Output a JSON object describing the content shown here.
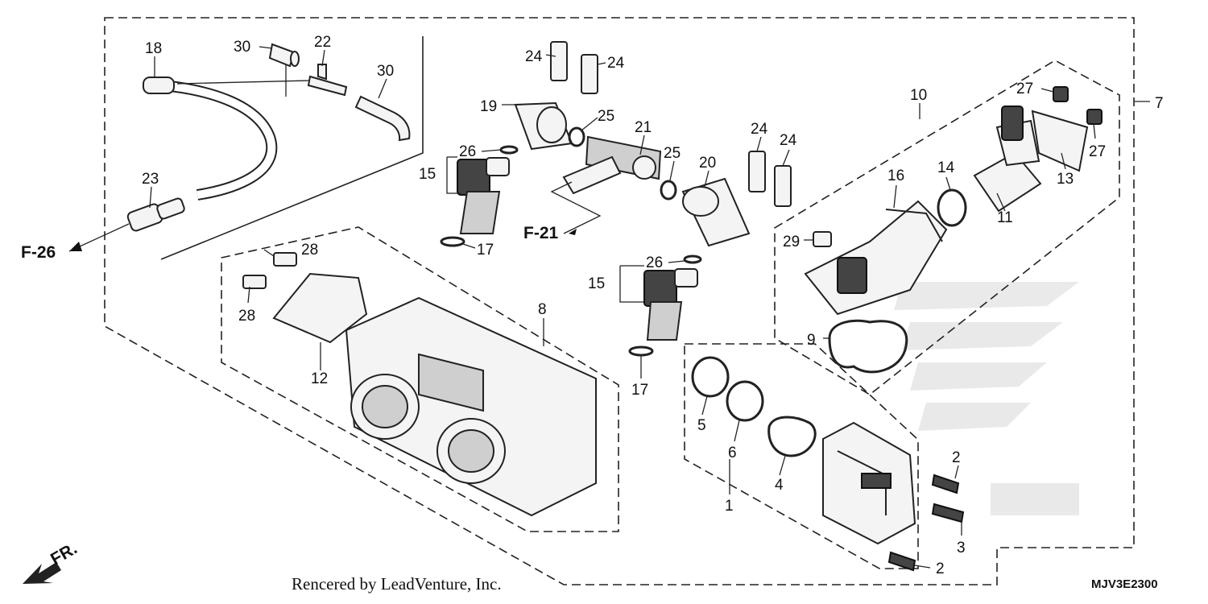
{
  "labels": {
    "c1": "1",
    "c2a": "2",
    "c2b": "2",
    "c3": "3",
    "c4": "4",
    "c5": "5",
    "c6": "6",
    "c7": "7",
    "c8": "8",
    "c9": "9",
    "c10": "10",
    "c11": "11",
    "c12": "12",
    "c13": "13",
    "c14": "14",
    "c15a": "15",
    "c15b": "15",
    "c16": "16",
    "c17a": "17",
    "c17b": "17",
    "c18": "18",
    "c19": "19",
    "c20": "20",
    "c21": "21",
    "c22": "22",
    "c23": "23",
    "c24a": "24",
    "c24b": "24",
    "c24c": "24",
    "c24d": "24",
    "c25a": "25",
    "c25b": "25",
    "c26a": "26",
    "c26b": "26",
    "c27a": "27",
    "c27b": "27",
    "c28a": "28",
    "c28b": "28",
    "c29": "29",
    "c30a": "30",
    "c30b": "30"
  },
  "refs": {
    "f26": "F-26",
    "f21": "F-21",
    "fr": "FR."
  },
  "credit": "Rencered by LeadVenture, Inc.",
  "diagram_code": "MJV3E2300",
  "icons": {
    "front_arrow": "front-direction-arrow-icon",
    "watermark": "honda-wing-watermark"
  }
}
